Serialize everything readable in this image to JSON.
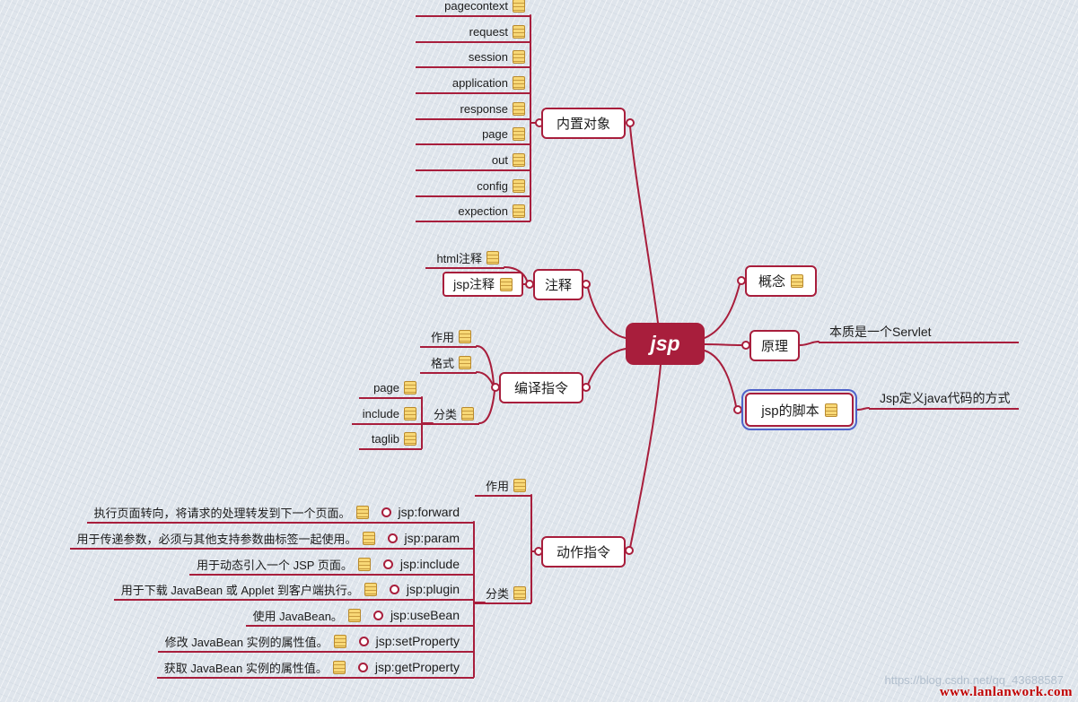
{
  "colors": {
    "line": "#a81e3c",
    "center_bg": "#a81e3c",
    "selection": "#4f63c9",
    "note_icon": "#f8d876"
  },
  "center": {
    "label": "jsp"
  },
  "branches": {
    "builtin": {
      "label": "内置对象",
      "items": [
        {
          "label": "pagecontext"
        },
        {
          "label": "request"
        },
        {
          "label": "session"
        },
        {
          "label": "application"
        },
        {
          "label": "response"
        },
        {
          "label": "page"
        },
        {
          "label": "out"
        },
        {
          "label": "config"
        },
        {
          "label": "expection"
        }
      ]
    },
    "comments": {
      "label": "注释",
      "items": [
        {
          "label": "html注释"
        },
        {
          "label": "jsp注释"
        }
      ]
    },
    "compile": {
      "label": "编译指令",
      "effect": "作用",
      "format": "格式",
      "category": "分类",
      "category_items": [
        {
          "label": "page"
        },
        {
          "label": "include"
        },
        {
          "label": "taglib"
        }
      ]
    },
    "action": {
      "label": "动作指令",
      "effect": "作用",
      "category": "分类",
      "items": [
        {
          "note": "执行页面转向，将请求的处理转发到下一个页面。",
          "label": "jsp:forward"
        },
        {
          "note": "用于传递参数，必须与其他支持参数曲标签一起使用。",
          "label": "jsp:param"
        },
        {
          "note": "用于动态引入一个 JSP 页面。",
          "label": "jsp:include"
        },
        {
          "note": "用于下载 JavaBean 或 Applet 到客户端执行。",
          "label": "jsp:plugin"
        },
        {
          "note": "使用 JavaBean。",
          "label": "jsp:useBean"
        },
        {
          "note": "修改 JavaBean 实例的属性值。",
          "label": "jsp:setProperty"
        },
        {
          "note": "获取 JavaBean 实例的属性值。",
          "label": "jsp:getProperty"
        }
      ]
    },
    "concept": {
      "label": "概念"
    },
    "principle": {
      "label": "原理",
      "detail": "本质是一个Servlet"
    },
    "script": {
      "label": "jsp的脚本",
      "detail": "Jsp定义java代码的方式"
    }
  },
  "watermark": {
    "line1": "https://blog.csdn.net/qq_43688587",
    "line2": "www.lanlanwork.com"
  }
}
